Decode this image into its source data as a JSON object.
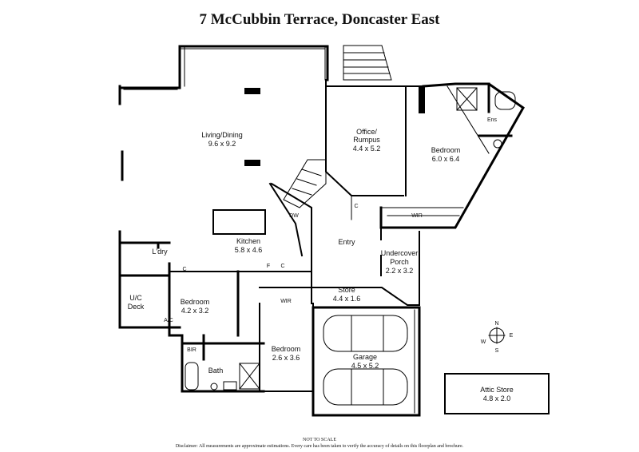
{
  "title": "7 McCubbin Terrace, Doncaster East",
  "rooms": {
    "living": {
      "name": "Living/Dining",
      "dim": "9.6 x 9.2"
    },
    "office": {
      "name": "Office/",
      "name2": "Rumpus",
      "dim": "4.4 x 5.2"
    },
    "bedroom_main": {
      "name": "Bedroom",
      "dim": "6.0 x 6.4"
    },
    "ens": "Ens",
    "kitchen": {
      "name": "Kitchen",
      "dim": "5.8 x 4.6"
    },
    "ldry": "L'dry",
    "entry": "Entry",
    "porch": {
      "name": "Undercover",
      "name2": "Porch",
      "dim": "2.2 x 3.2"
    },
    "store": {
      "name": "Store",
      "dim": "4.4 x 1.6"
    },
    "uc_deck": {
      "name": "U/C",
      "name2": "Deck"
    },
    "bedroom2": {
      "name": "Bedroom",
      "dim": "4.2 x 3.2"
    },
    "bedroom3": {
      "name": "Bedroom",
      "dim": "2.6 x 3.6"
    },
    "wir2": "WIR",
    "bir": "BIR",
    "bath": "Bath",
    "garage": {
      "name": "Garage",
      "dim": "4.5 x 5.2"
    },
    "attic": {
      "name": "Attic Store",
      "dim": "4.8 x 2.0"
    }
  },
  "labels": {
    "wir": "WIR",
    "ac": "A/C",
    "c": "C",
    "f": "F",
    "dw": "DW"
  },
  "compass": {
    "n": "N",
    "s": "S",
    "e": "E",
    "w": "W"
  },
  "footer": {
    "scale": "NOT TO SCALE",
    "disclaimer": "Disclaimer: All measurements are approximate estimations. Every care has been taken to verify the accuracy of details on this floorplan and brochure."
  }
}
